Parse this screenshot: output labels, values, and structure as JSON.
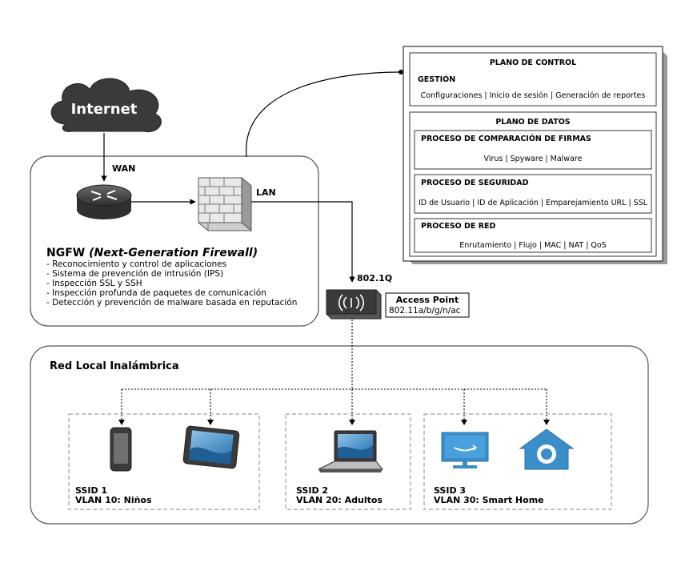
{
  "internet": {
    "label": "Internet"
  },
  "links": {
    "wan": "WAN",
    "lan": "LAN",
    "trunk": "802.1Q"
  },
  "ngfw": {
    "title_prefix": "NGFW ",
    "title_italic": "(Next-Generation Firewall)",
    "features": [
      "- Reconocimiento y control de aplicaciones",
      "- Sistema de prevención de intrusión (IPS)",
      "- Inspección SSL y SSH",
      "- Inspección profunda de paquetes de comunicación",
      "- Detección y prevención de malware basada en reputación"
    ]
  },
  "access_point": {
    "title": "Access Point",
    "standard": "802.11a/b/g/n/ac"
  },
  "control_plane": {
    "title": "PLANO DE CONTROL",
    "section": "GESTIÓN",
    "items": "Configuraciones | Inicio de sesión | Generación de reportes"
  },
  "data_plane": {
    "title": "PLANO DE DATOS",
    "processes": [
      {
        "title": "PROCESO DE COMPARACIÓN DE FIRMAS",
        "items": "Virus | Spyware | Malware"
      },
      {
        "title": "PROCESO DE SEGURIDAD",
        "items": "ID de Usuario | ID de Aplicación | Emparejamiento URL | SSL"
      },
      {
        "title": "PROCESO DE RED",
        "items": "Enrutamiento | Flujo | MAC | NAT | QoS"
      }
    ]
  },
  "wlan": {
    "title": "Red Local Inalámbrica",
    "groups": [
      {
        "ssid": "SSID 1",
        "vlan": "VLAN 10: Niños"
      },
      {
        "ssid": "SSID 2",
        "vlan": "VLAN 20: Adultos"
      },
      {
        "ssid": "SSID 3",
        "vlan": "VLAN 30: Smart Home"
      }
    ]
  },
  "colors": {
    "device_blue": "#3b8fc9",
    "dark_device": "#3a3a3a",
    "gray_fill": "#e8e8e8"
  }
}
